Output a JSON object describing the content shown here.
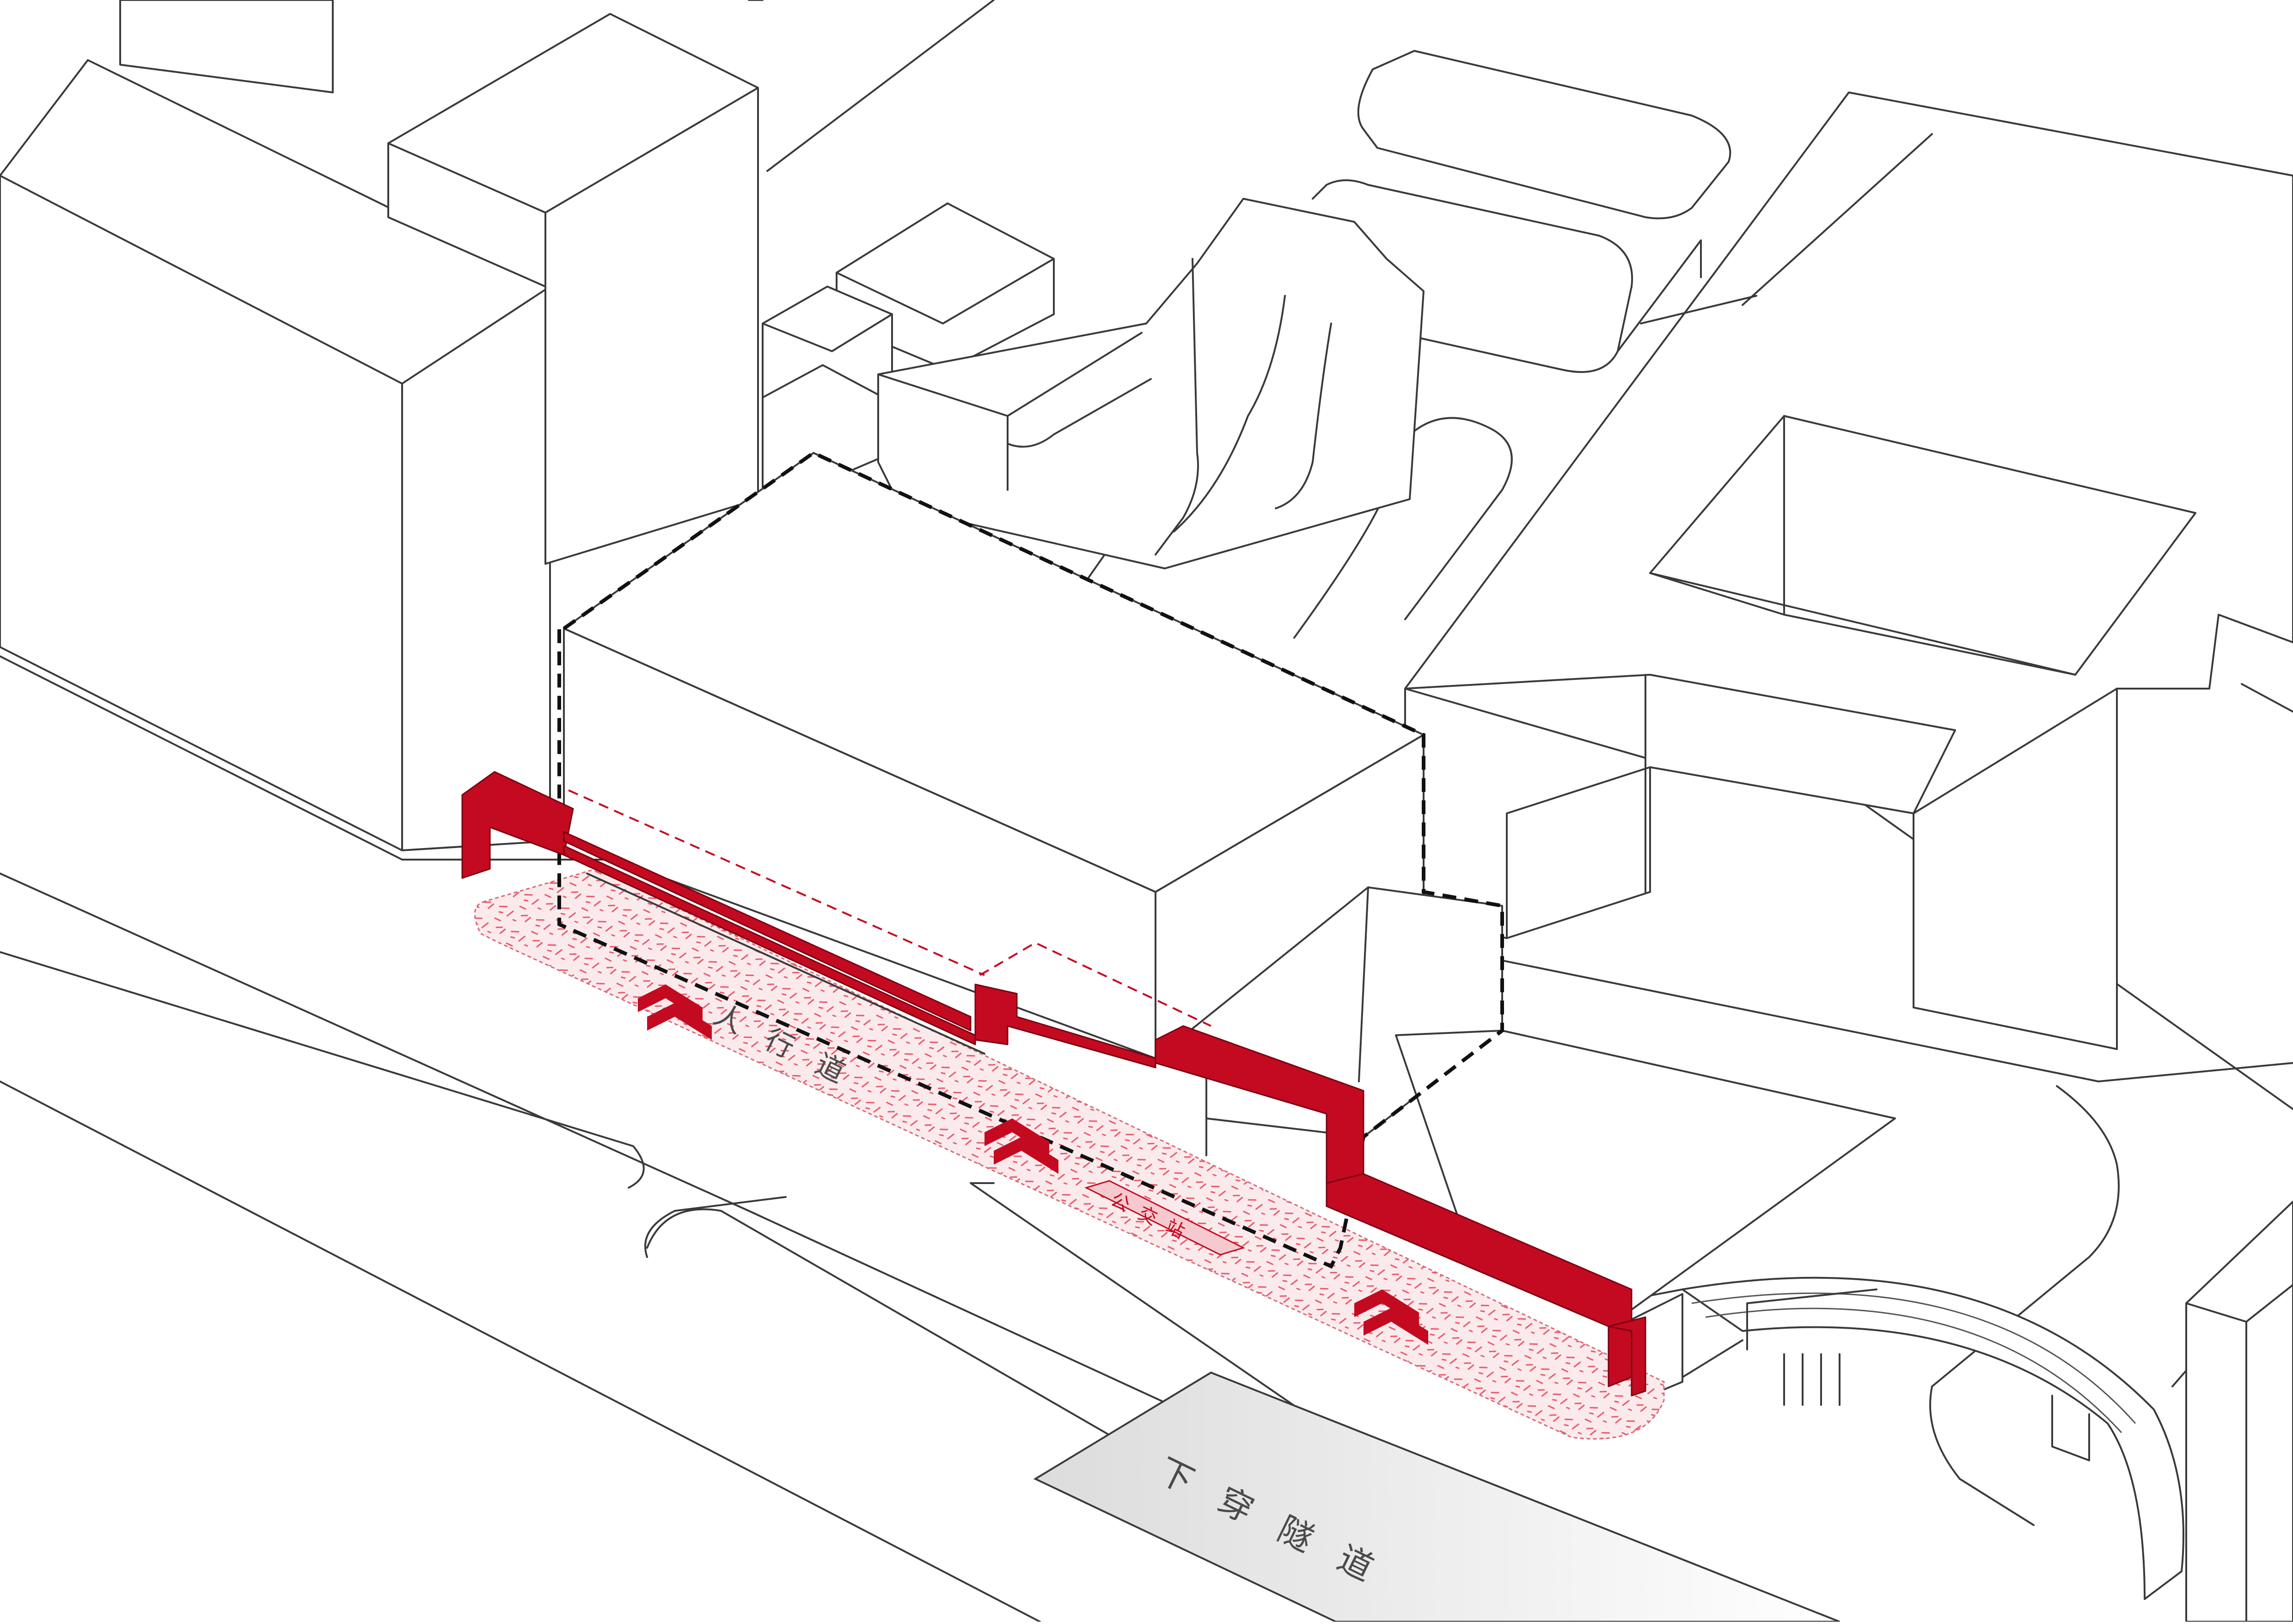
{
  "colors": {
    "accent_red": "#c40a20",
    "pedestrian_hatch": "#e8596a",
    "pedestrian_fill": "#fbeaec",
    "tunnel_fill": "#e7e7e7",
    "outline": "#3a3a3a",
    "footprint_dash": "#111111"
  },
  "labels": {
    "sidewalk": "人行道",
    "bus_stop": "公交站",
    "underpass": "下穿隧道"
  },
  "icons": {
    "direction_arrow": "double-chevron-up-icon"
  }
}
